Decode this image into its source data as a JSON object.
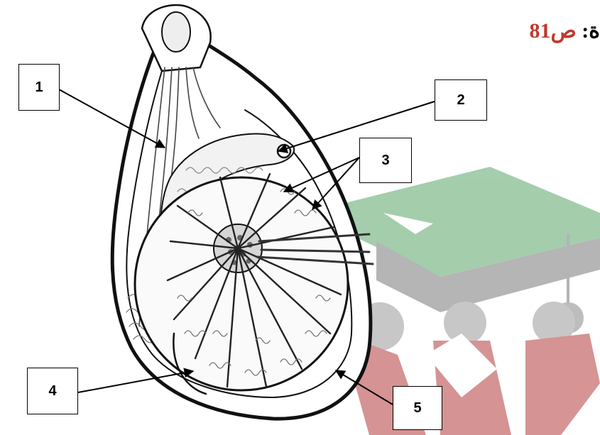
{
  "page_ref": {
    "prefix": "ة:",
    "value": "ص81"
  },
  "labels": [
    "1",
    "2",
    "3",
    "4",
    "5"
  ],
  "colors": {
    "watermark_green": "#5aa56a",
    "watermark_red": "#b43c3c",
    "watermark_gray": "#9a9a9a",
    "outline": "#111111",
    "tissue": "#8a8a8a",
    "ref_text": "#000000",
    "ref_value": "#c0392b"
  }
}
